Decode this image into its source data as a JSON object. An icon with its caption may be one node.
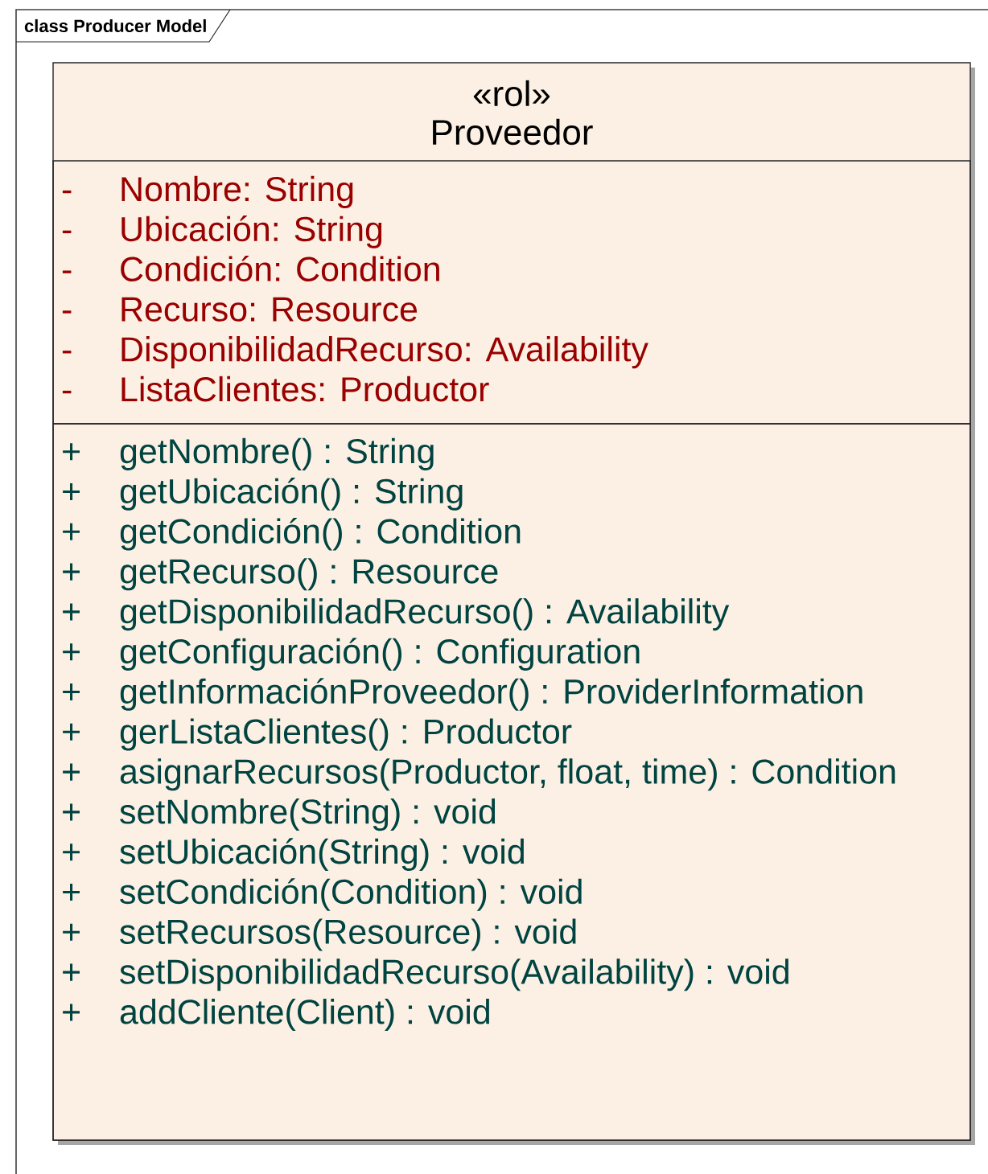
{
  "diagram": {
    "nodes": [
      {
        "text": [
          "class Producer Model"
        ]
      },
      {
        "text": [
          "«rol»",
          "Proveedor"
        ],
        "in": 0
      },
      {
        "text": [
          "-",
          "Nombre:  String",
          "-",
          "Ubicación:  String",
          "-",
          "Condición:  Condition",
          "-",
          "Recurso:  Resource",
          "-",
          "DisponibilidadRecurso:  Availability",
          "-",
          "ListaClientes:  Productor"
        ],
        "in": 1
      },
      {
        "text": [
          "+",
          "getNombre() : String",
          "+",
          "getUbicación() : String",
          "+",
          "getCondición() : Condition",
          "+",
          "getRecurso() : Resource",
          "+",
          "getDisponibilidadRecurso() : Availability",
          "+",
          "getConfiguración() : Configuration",
          "+",
          "getInformaciónProveedor() : ProviderInformation",
          "+",
          "gerListaClientes() : Productor",
          "+",
          "asignarRecursos(Productor, float, time) : Condition",
          "+",
          "setNombre(String) : void",
          "+",
          "setUbicación(String) : void",
          "+",
          "setCondición(Condition) : void",
          "+",
          "setRecursos(Resource) : void",
          "+",
          "setDisponibilidadRecurso(Availability) : void",
          "+",
          "addCliente(Client) : void"
        ],
        "in": 1
      }
    ]
  }
}
